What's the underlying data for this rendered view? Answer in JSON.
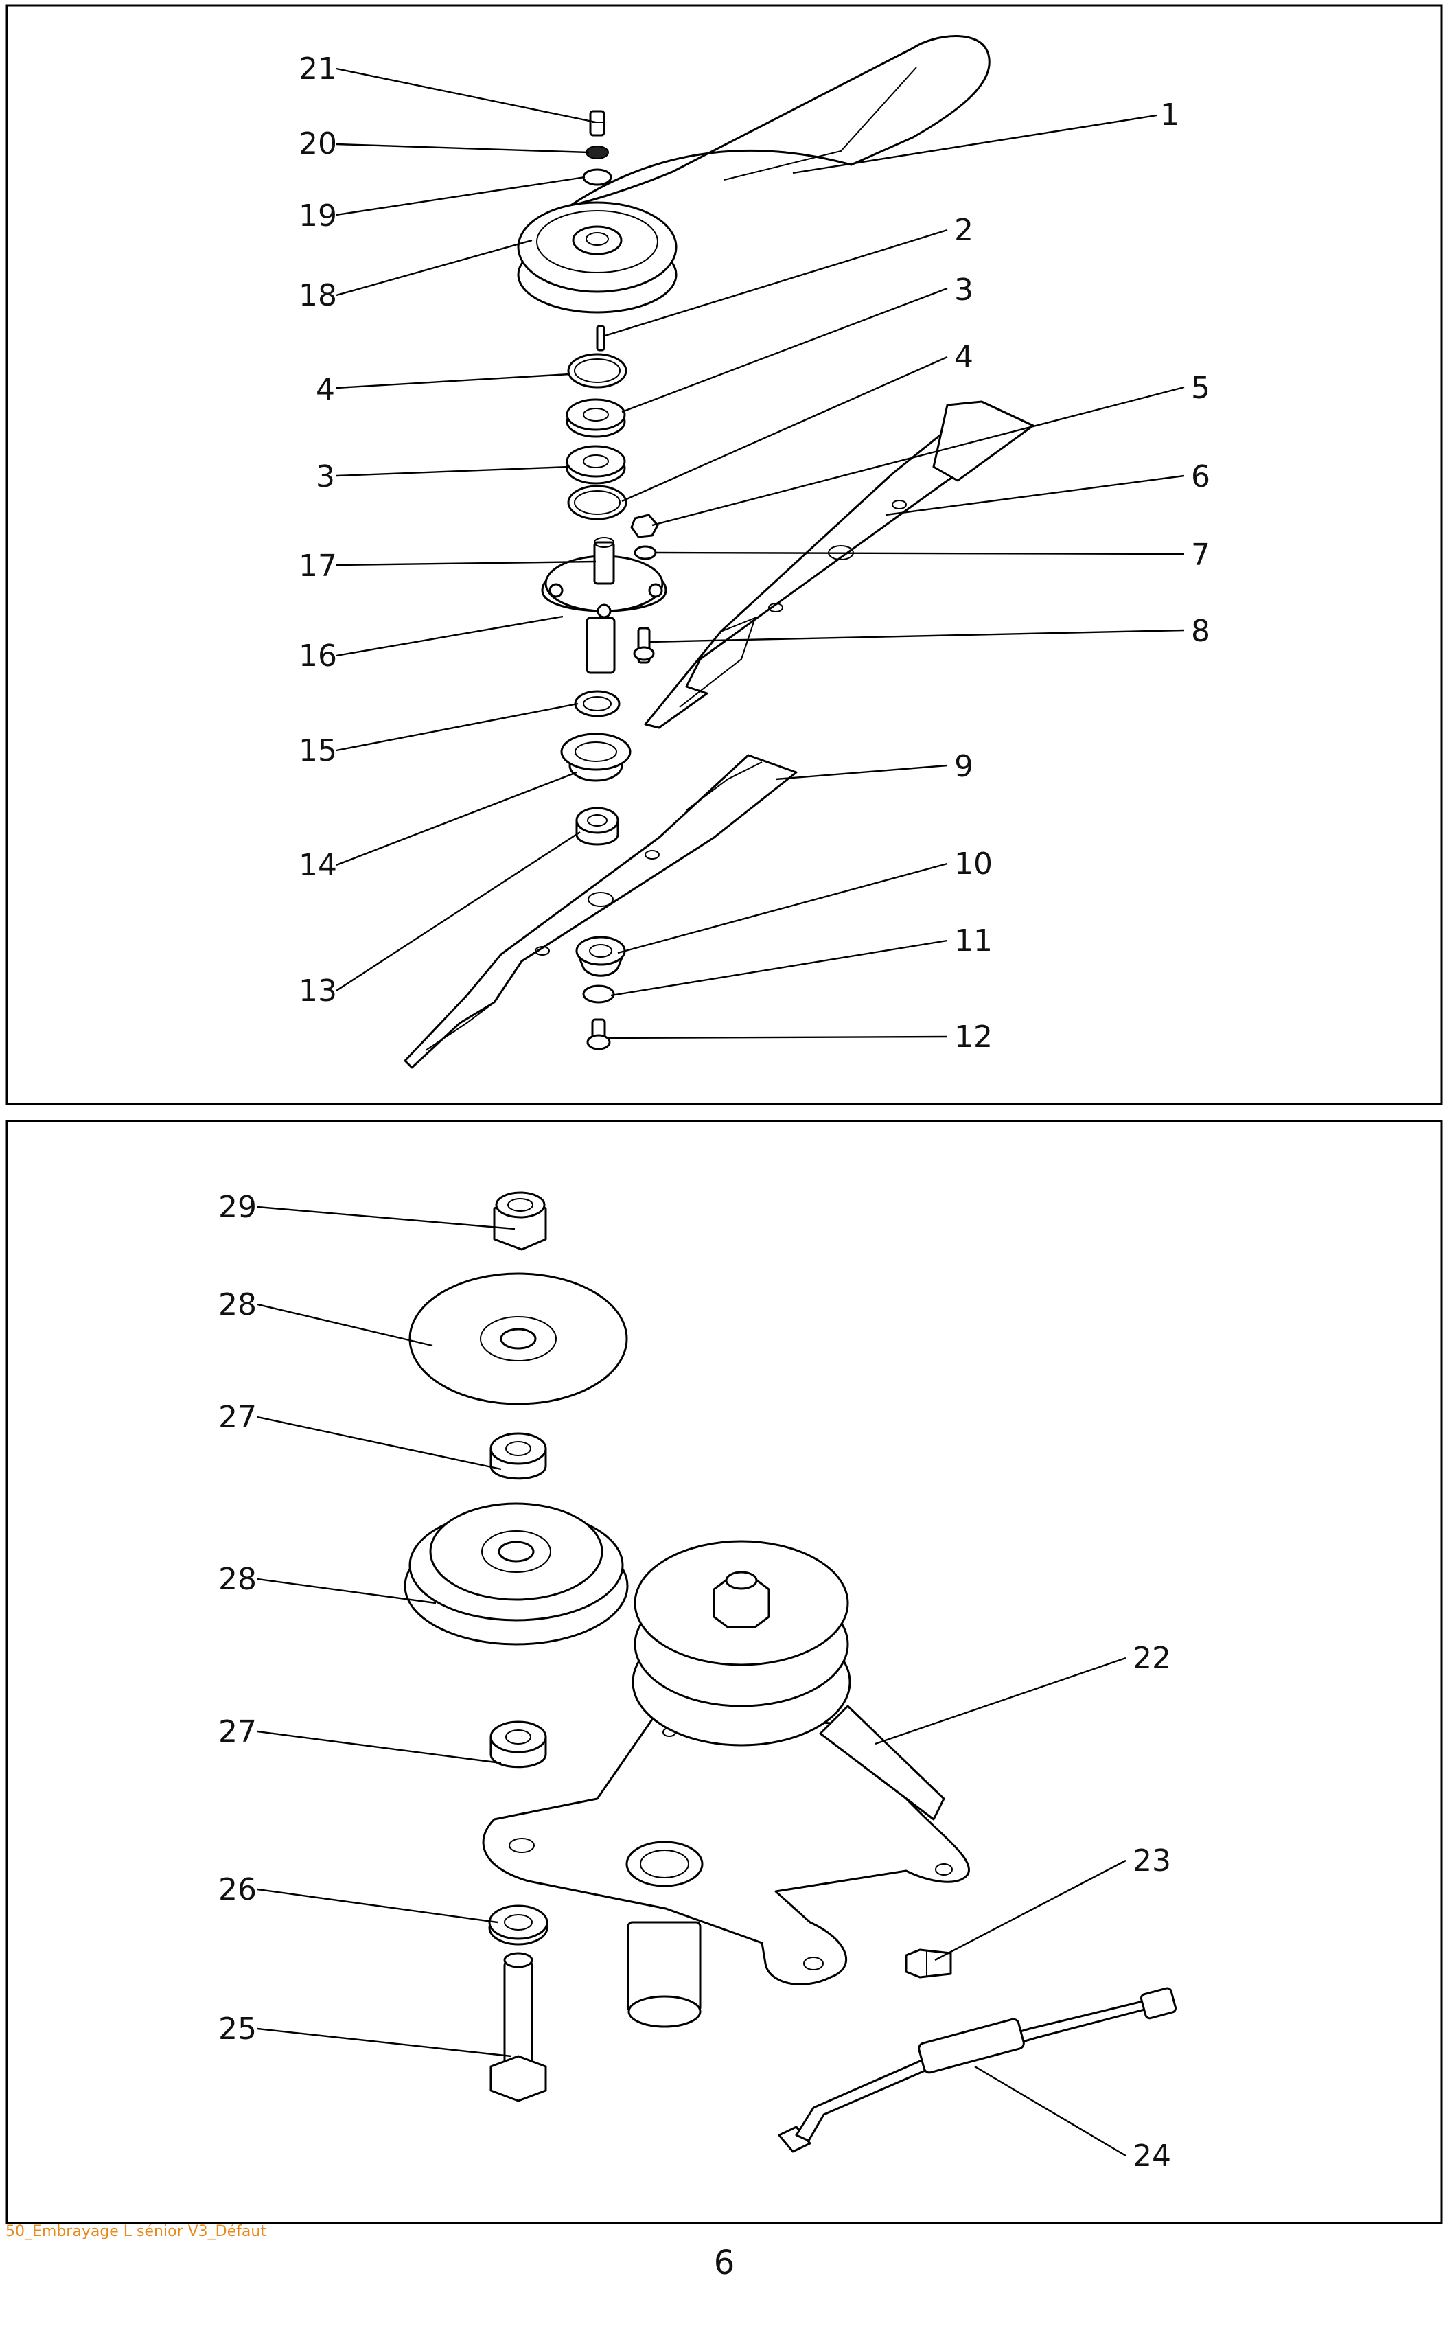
{
  "top_panel": {
    "callouts": {
      "c1": "1",
      "c2": "2",
      "c3a": "3",
      "c3b": "3",
      "c4a": "4",
      "c4b": "4",
      "c5": "5",
      "c6": "6",
      "c7": "7",
      "c8": "8",
      "c9": "9",
      "c10": "10",
      "c11": "11",
      "c12": "12",
      "c13": "13",
      "c14": "14",
      "c15": "15",
      "c16": "16",
      "c17": "17",
      "c18": "18",
      "c19": "19",
      "c20": "20",
      "c21": "21"
    }
  },
  "bottom_panel": {
    "callouts": {
      "c22": "22",
      "c23": "23",
      "c24": "24",
      "c25": "25",
      "c26": "26",
      "c27a": "27",
      "c27b": "27",
      "c28a": "28",
      "c28b": "28",
      "c29": "29"
    }
  },
  "footer": {
    "file_label": "50_Embrayage L sénior V3_Défaut",
    "file_label_color": "#e8891c",
    "page_number": "6"
  }
}
